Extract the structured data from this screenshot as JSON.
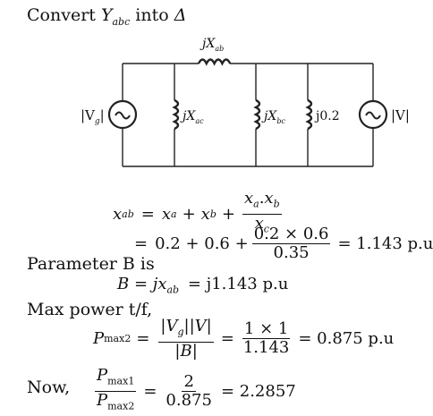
{
  "heading": "Convert Yₐᵦᶜ into Δ",
  "heading_parts": {
    "pre": "Convert ",
    "y": "Y",
    "sub": "abc",
    "post": " into ",
    "delta": "Δ"
  },
  "circuit": {
    "top_label": "jX",
    "top_sub": "ab",
    "left_source": "|V",
    "left_source_sub": "g",
    "left_source_close": "|",
    "right_source": "|V|",
    "branch1": "jX",
    "branch1_sub": "ac",
    "branch2": "jX",
    "branch2_sub": "bc",
    "branch3": "j0.2",
    "source_symbol": "~"
  },
  "eq1": {
    "lhs": "x",
    "lhs_sub": "ab",
    "eq": "=",
    "rhs_a": "x",
    "rhs_a_sub": "a",
    "plus1": "+",
    "rhs_b": "x",
    "rhs_b_sub": "b",
    "plus2": "+",
    "frac_num": "xₐ.xᵦ",
    "frac_num_a": "x",
    "frac_num_a_sub": "a",
    "frac_num_dot": ".",
    "frac_num_b": "x",
    "frac_num_b_sub": "b",
    "frac_den": "x",
    "frac_den_sub": "c"
  },
  "eq2": {
    "eq": "=",
    "body": "0.2 + 0.6 +",
    "frac_num": "0.2 × 0.6",
    "frac_den": "0.35",
    "result": "= 1.143 p.u"
  },
  "param_text": "Parameter B is",
  "eq3": "B = jx",
  "eq3_sub": "ab",
  "eq3_rest": "= j1.143 p.u",
  "maxpower_text": "Max power t/f,",
  "eq4": {
    "lhs": "P",
    "lhs_sub": "max2",
    "eq": "=",
    "num": "|V",
    "num_sub": "g",
    "num_rest": "||V|",
    "den": "|B|",
    "eq2": "=",
    "num2": "1 × 1",
    "den2": "1.143",
    "result": "= 0.875 p.u"
  },
  "now_text": "Now,",
  "eq5": {
    "num": "P",
    "num_sub": "max1",
    "den": "P",
    "den_sub": "max2",
    "eq": "=",
    "num2": "2",
    "den2": "0.875",
    "result": "= 2.2857"
  }
}
